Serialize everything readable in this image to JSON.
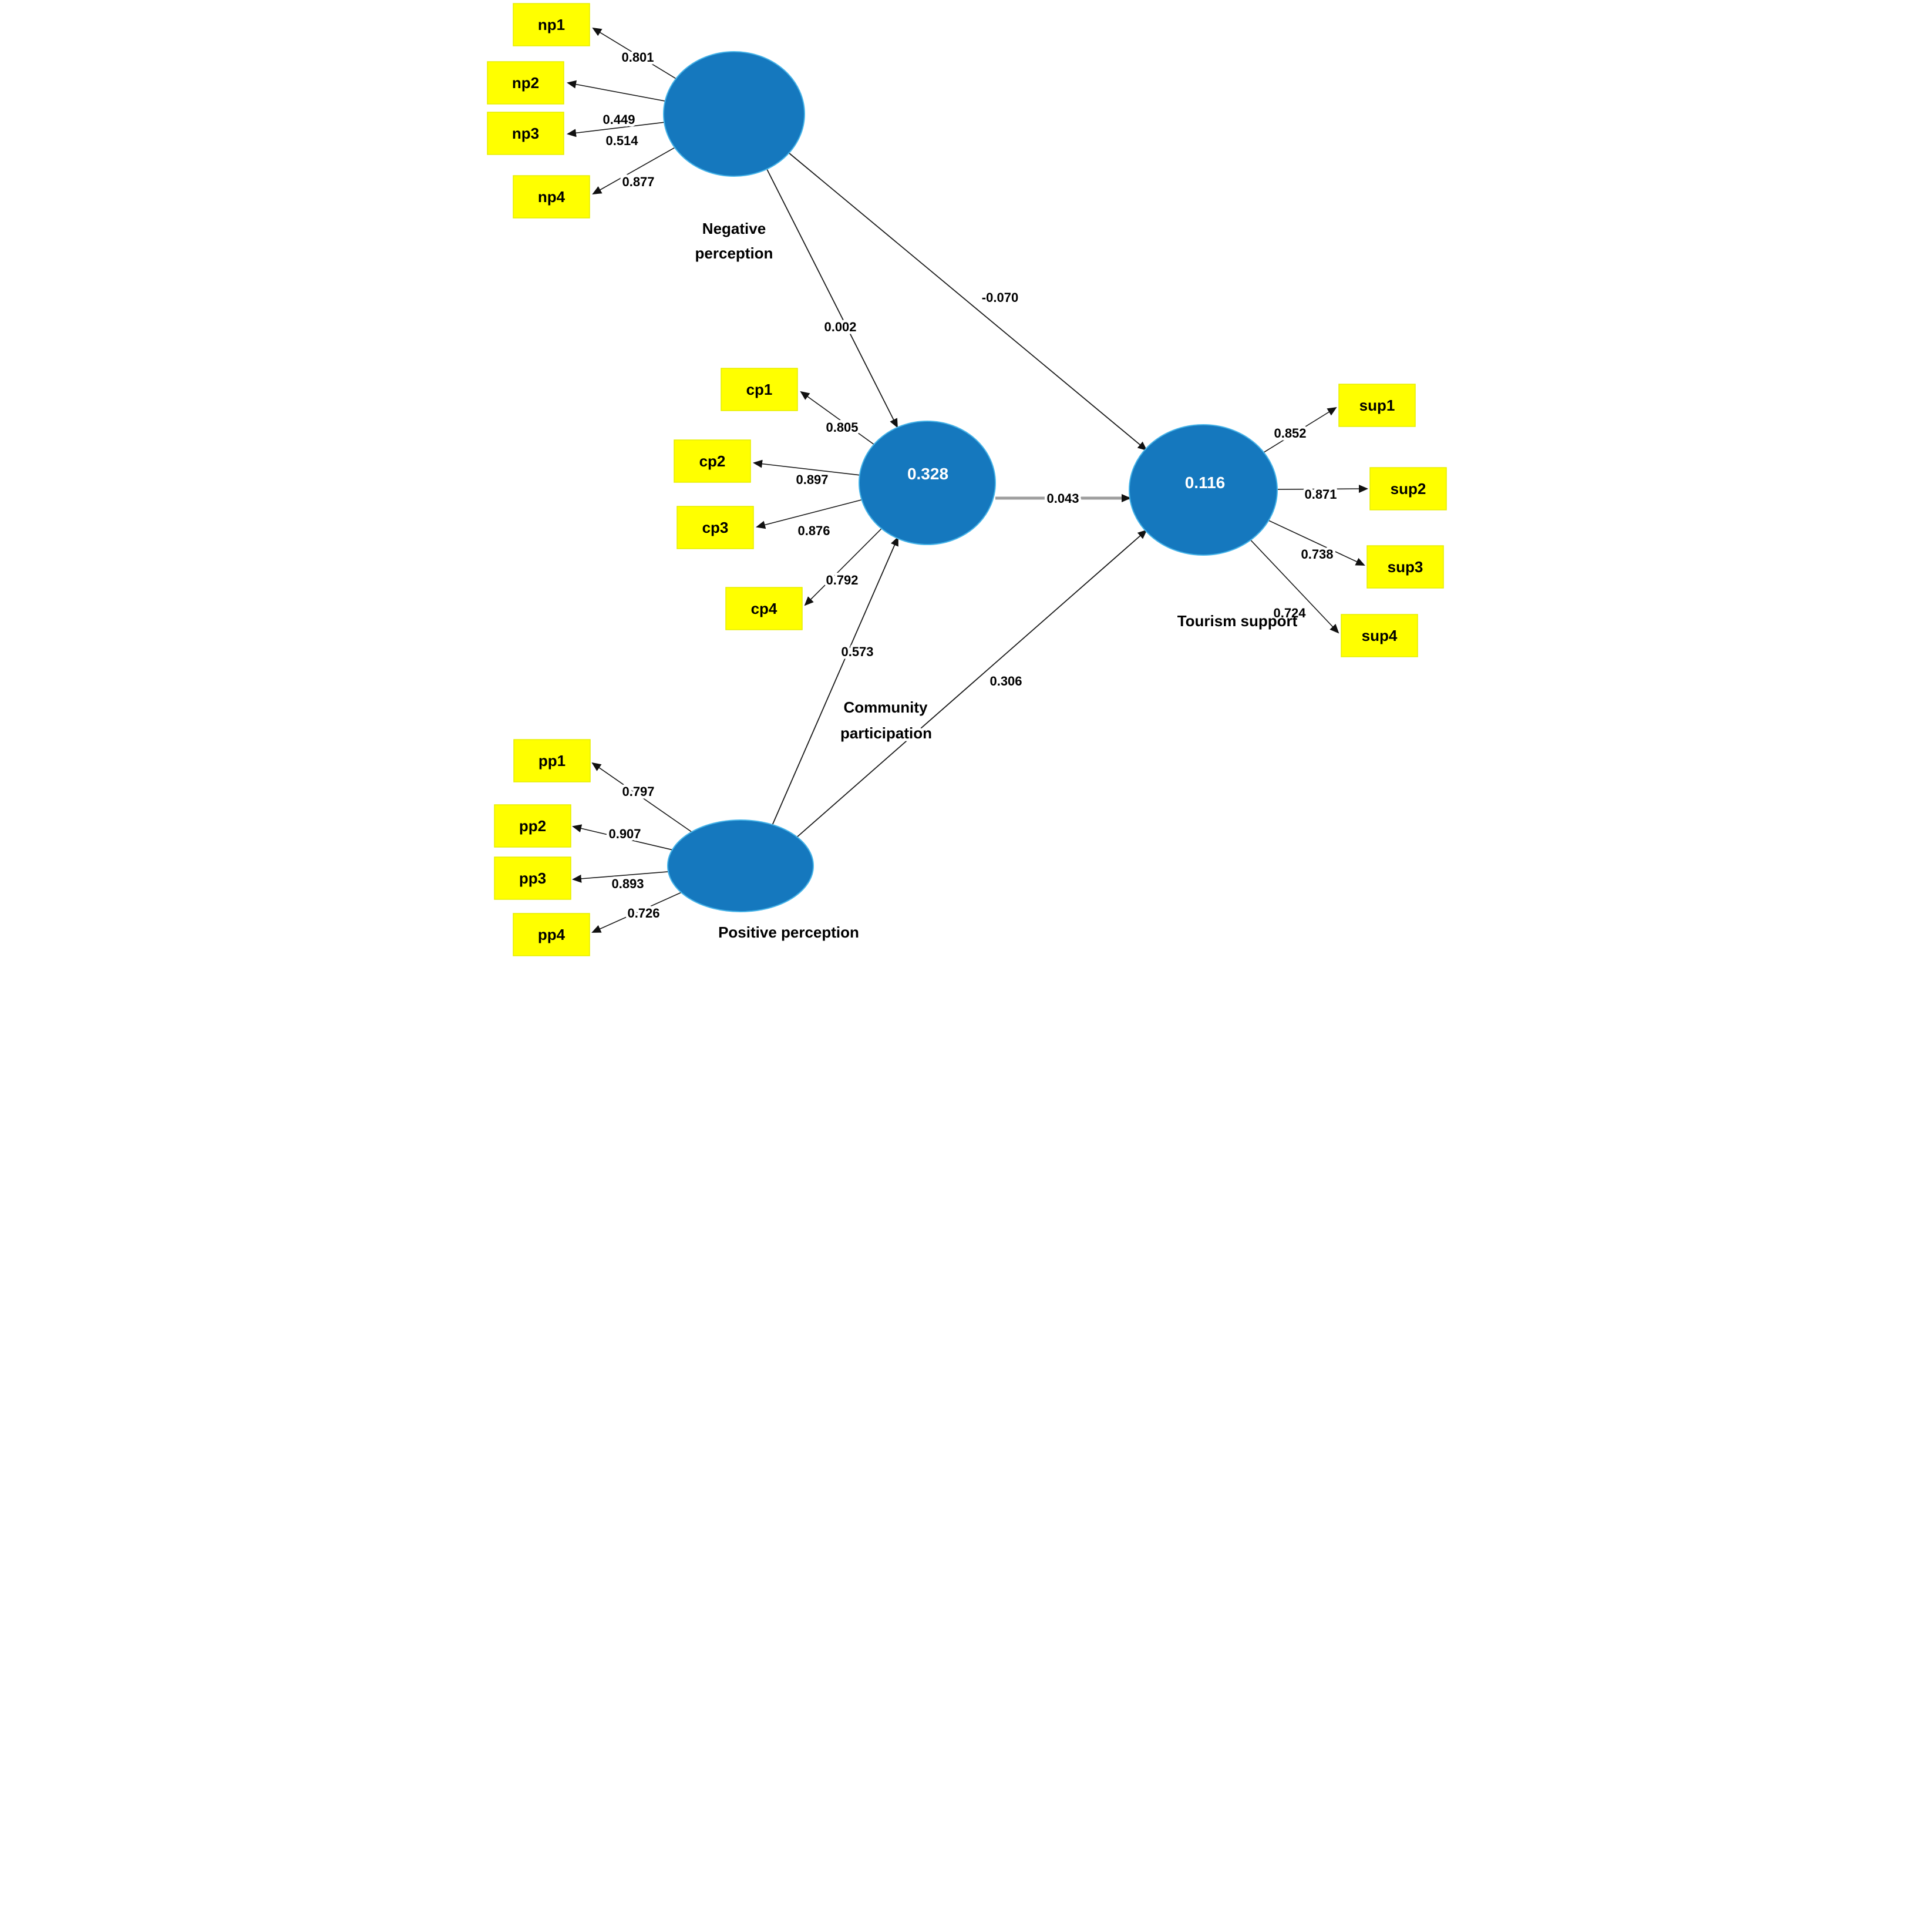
{
  "colors": {
    "construct_fill": "#1578be",
    "construct_edge": "#45b3e8",
    "indicator_fill": "#ffff00",
    "arrow_color": "#1a1a1a",
    "main_arrow_color": "#9e9e9e",
    "r_squared_text_color": "#ffffff",
    "label_text_color": "#000000"
  },
  "constructs": {
    "negative_perception": {
      "name_line1": "Negative",
      "name_line2": "perception"
    },
    "community_participation": {
      "name_line1": "Community",
      "name_line2": "participation",
      "r_squared": "0.328"
    },
    "tourism_support": {
      "name": "Tourism support",
      "r_squared": "0.116"
    },
    "positive_perception": {
      "name": "Positive perception"
    }
  },
  "indicators": {
    "np1": {
      "label": "np1",
      "loading": "0.801"
    },
    "np2": {
      "label": "np2",
      "loading": "0.449"
    },
    "np3": {
      "label": "np3",
      "loading": "0.514"
    },
    "np4": {
      "label": "np4",
      "loading": "0.877"
    },
    "cp1": {
      "label": "cp1",
      "loading": "0.805"
    },
    "cp2": {
      "label": "cp2",
      "loading": "0.897"
    },
    "cp3": {
      "label": "cp3",
      "loading": "0.876"
    },
    "cp4": {
      "label": "cp4",
      "loading": "0.792"
    },
    "sup1": {
      "label": "sup1",
      "loading": "0.852"
    },
    "sup2": {
      "label": "sup2",
      "loading": "0.871"
    },
    "sup3": {
      "label": "sup3",
      "loading": "0.738"
    },
    "sup4": {
      "label": "sup4",
      "loading": "0.724"
    },
    "pp1": {
      "label": "pp1",
      "loading": "0.797"
    },
    "pp2": {
      "label": "pp2",
      "loading": "0.907"
    },
    "pp3": {
      "label": "pp3",
      "loading": "0.893"
    },
    "pp4": {
      "label": "pp4",
      "loading": "0.726"
    }
  },
  "path_coefficients": {
    "negative_to_community": "0.002",
    "negative_to_tourism": "-0.070",
    "community_to_tourism": "0.043",
    "positive_to_community": "0.573",
    "positive_to_tourism": "0.306"
  }
}
